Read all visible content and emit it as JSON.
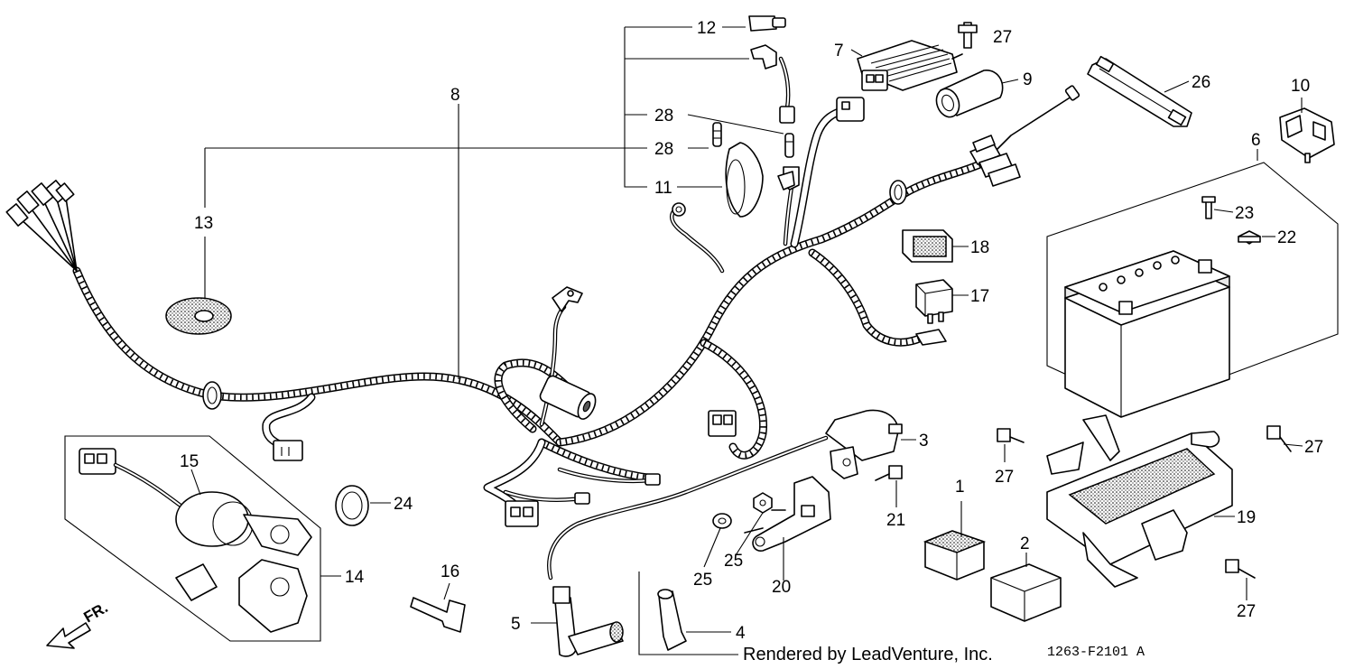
{
  "diagram": {
    "callouts": [
      "1",
      "2",
      "3",
      "4",
      "5",
      "6",
      "7",
      "8",
      "9",
      "10",
      "11",
      "12",
      "13",
      "14",
      "15",
      "16",
      "17",
      "18",
      "19",
      "20",
      "21",
      "22",
      "23",
      "24",
      "25",
      "26",
      "27",
      "28"
    ],
    "repeated_callouts": {
      "c25b": "25",
      "c27b": "27",
      "c27c": "27",
      "c27d": "27",
      "c28b": "28"
    },
    "front_indicator": "FR.",
    "credit": "Rendered by LeadVenture, Inc.",
    "drawing_code": "1263-F2101 A"
  }
}
